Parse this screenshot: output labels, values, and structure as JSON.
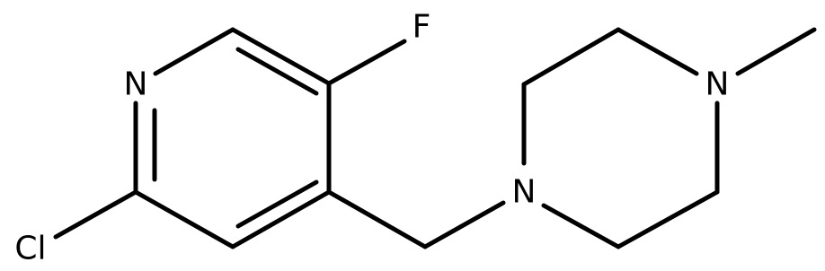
{
  "molecule": {
    "atoms": {
      "n_pyridine": "N",
      "fluorine": "F",
      "chlorine": "Cl",
      "n_piperazine_1": "N",
      "n_piperazine_4": "N"
    }
  },
  "colors": {
    "bond": "#000000",
    "label": "#000000",
    "background": "#ffffff"
  }
}
